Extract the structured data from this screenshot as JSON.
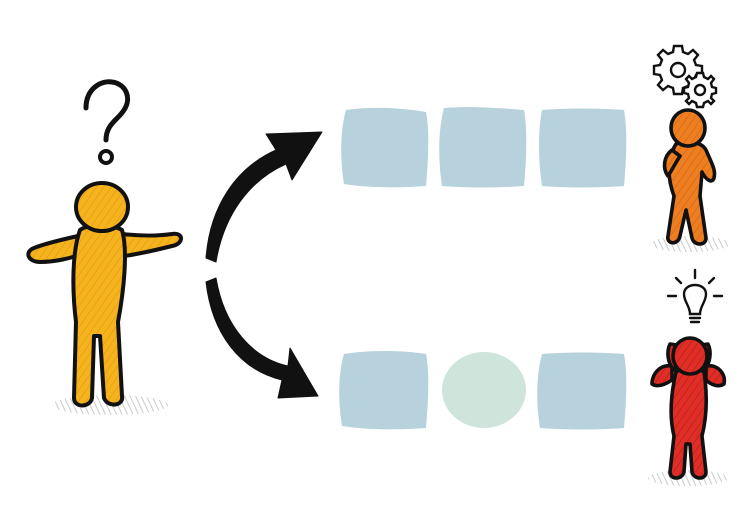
{
  "diagram": {
    "left_figure": {
      "icon": "question-mark-icon",
      "color": "#F5B41E",
      "pose": "shrug"
    },
    "top_right_figure": {
      "icon": "gears-icon",
      "color": "#EE7E22",
      "pose": "thinking"
    },
    "bottom_right_figure": {
      "icon": "lightbulb-icon",
      "color": "#E02E27",
      "pose": "hands-on-head"
    },
    "arrows": {
      "color": "#111111",
      "count": 2
    },
    "top_path": {
      "boxes": 3,
      "shapes": [
        "square",
        "square",
        "square"
      ],
      "color": "#B7D1DD"
    },
    "bottom_path": {
      "boxes": 3,
      "shapes": [
        "square",
        "circle",
        "square"
      ],
      "color": "#B7D1DD",
      "circle_color": "#CFE5DC"
    },
    "shadow_color": "#C9C9C9"
  }
}
